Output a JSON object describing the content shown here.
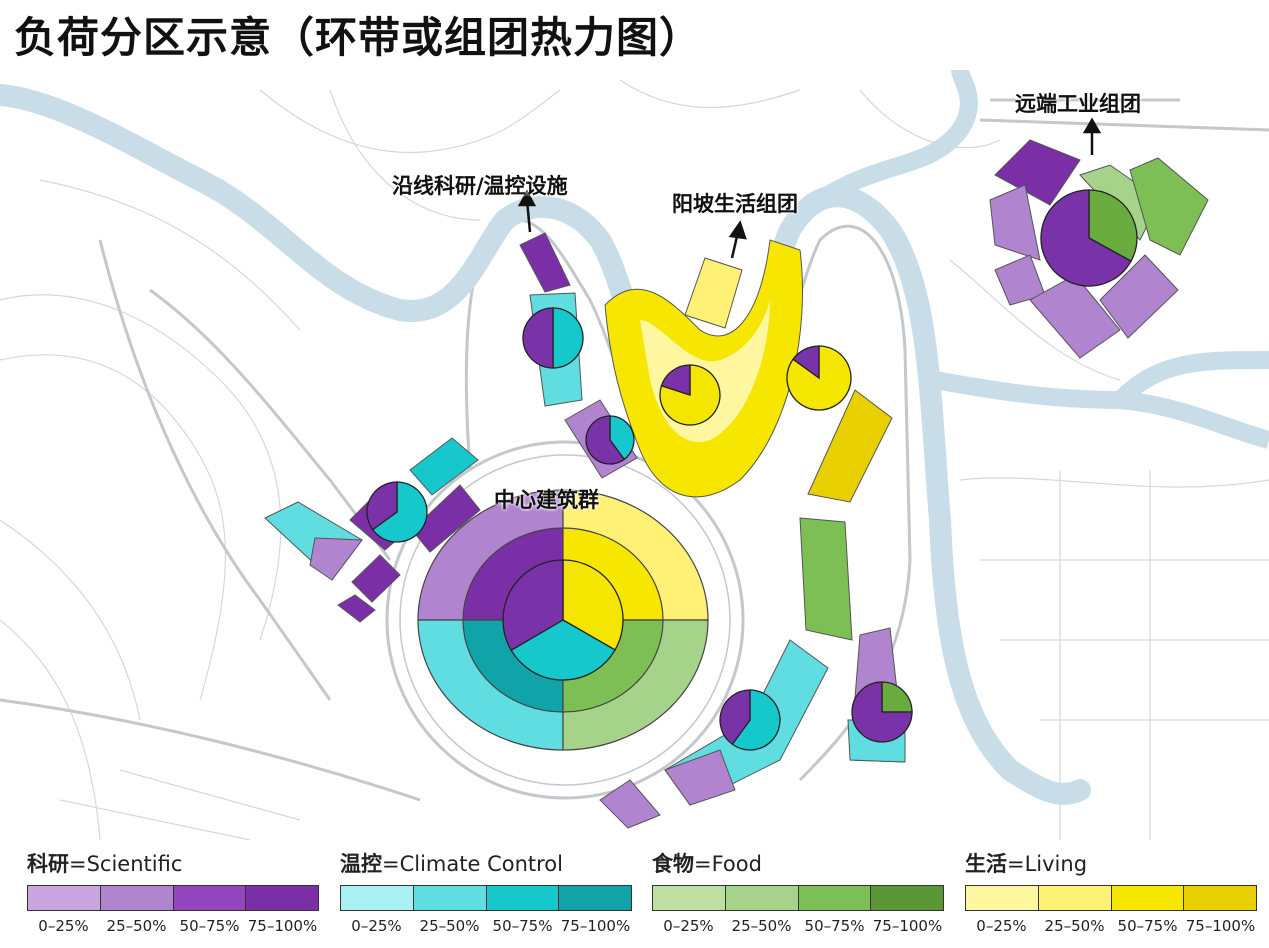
{
  "title": "负荷分区示意（环带或组团热力图）",
  "labels": {
    "research": "沿线科研/温控设施",
    "living": "阳坡生活组团",
    "industrial": "远端工业组团",
    "center": "中心建筑群"
  },
  "colors": {
    "scientific": "#7a32a8",
    "climate": "#16c8cc",
    "food": "#6aab3e",
    "living": "#f5e600",
    "river": "#c9dde9"
  },
  "pies": [
    {
      "name": "research-north",
      "slices": [
        {
          "cat": "climate",
          "v": 0.5
        },
        {
          "cat": "scientific",
          "v": 0.5
        }
      ]
    },
    {
      "name": "research-south",
      "slices": [
        {
          "cat": "climate",
          "v": 0.4
        },
        {
          "cat": "scientific",
          "v": 0.6
        }
      ]
    },
    {
      "name": "living-u",
      "slices": [
        {
          "cat": "living",
          "v": 0.8
        },
        {
          "cat": "scientific",
          "v": 0.2
        }
      ]
    },
    {
      "name": "living-east",
      "slices": [
        {
          "cat": "living",
          "v": 0.85
        },
        {
          "cat": "scientific",
          "v": 0.15
        }
      ]
    },
    {
      "name": "west-cluster",
      "slices": [
        {
          "cat": "climate",
          "v": 0.65
        },
        {
          "cat": "scientific",
          "v": 0.35
        }
      ]
    },
    {
      "name": "industrial",
      "slices": [
        {
          "cat": "food",
          "v": 0.33
        },
        {
          "cat": "scientific",
          "v": 0.67
        }
      ]
    },
    {
      "name": "southeast",
      "slices": [
        {
          "cat": "climate",
          "v": 0.6
        },
        {
          "cat": "scientific",
          "v": 0.4
        }
      ]
    },
    {
      "name": "east-tower",
      "slices": [
        {
          "cat": "food",
          "v": 0.25
        },
        {
          "cat": "scientific",
          "v": 0.75
        }
      ]
    },
    {
      "name": "center",
      "slices": [
        {
          "cat": "living",
          "v": 0.333
        },
        {
          "cat": "climate",
          "v": 0.333
        },
        {
          "cat": "scientific",
          "v": 0.334
        }
      ]
    }
  ],
  "legend": [
    {
      "cn": "科研",
      "en": "=Scientific",
      "colors": [
        "#c9a6de",
        "#b184cf",
        "#9445bd",
        "#7a2fa6"
      ],
      "ranges": [
        "0–25%",
        "25–50%",
        "50–75%",
        "75–100%"
      ]
    },
    {
      "cn": "温控",
      "en": "=Climate Control",
      "colors": [
        "#a8f0f2",
        "#5fdde0",
        "#16c8cc",
        "#10a3a8"
      ],
      "ranges": [
        "0–25%",
        "25–50%",
        "50–75%",
        "75–100%"
      ]
    },
    {
      "cn": "食物",
      "en": "=Food",
      "colors": [
        "#bde0a0",
        "#a5d38a",
        "#7ebf55",
        "#5a9636"
      ],
      "ranges": [
        "0–25%",
        "25–50%",
        "50–75%",
        "75–100%"
      ]
    },
    {
      "cn": "生活",
      "en": "=Living",
      "colors": [
        "#fff6a0",
        "#fff176",
        "#f6e600",
        "#e8cf00"
      ],
      "ranges": [
        "0–25%",
        "25–50%",
        "50–75%",
        "75–100%"
      ]
    }
  ]
}
